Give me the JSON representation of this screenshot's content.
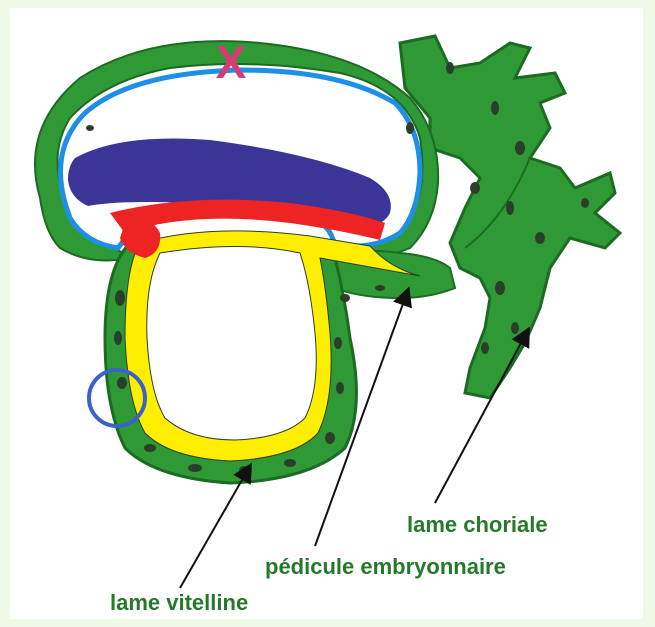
{
  "diagram": {
    "marker_symbol": "X",
    "labels": {
      "lame_choriale": "lame choriale",
      "pedicule": "pédicule embryonnaire",
      "lame_vitelline": "lame vitelline"
    },
    "colors": {
      "mesoderm_green": "#2f9a35",
      "mesoderm_outline": "#1b6b23",
      "mesoderm_spots": "#2a3f2a",
      "amniotic_blue": "#1e8fe6",
      "ectoblast_purple": "#3a3596",
      "endoblast_red": "#ee2424",
      "yolk_yellow": "#ffee00",
      "marker_pink": "#d83a78",
      "circle_blue": "#3a63c9",
      "label_green": "#247a2a",
      "page_background": "#eef9e6"
    }
  }
}
